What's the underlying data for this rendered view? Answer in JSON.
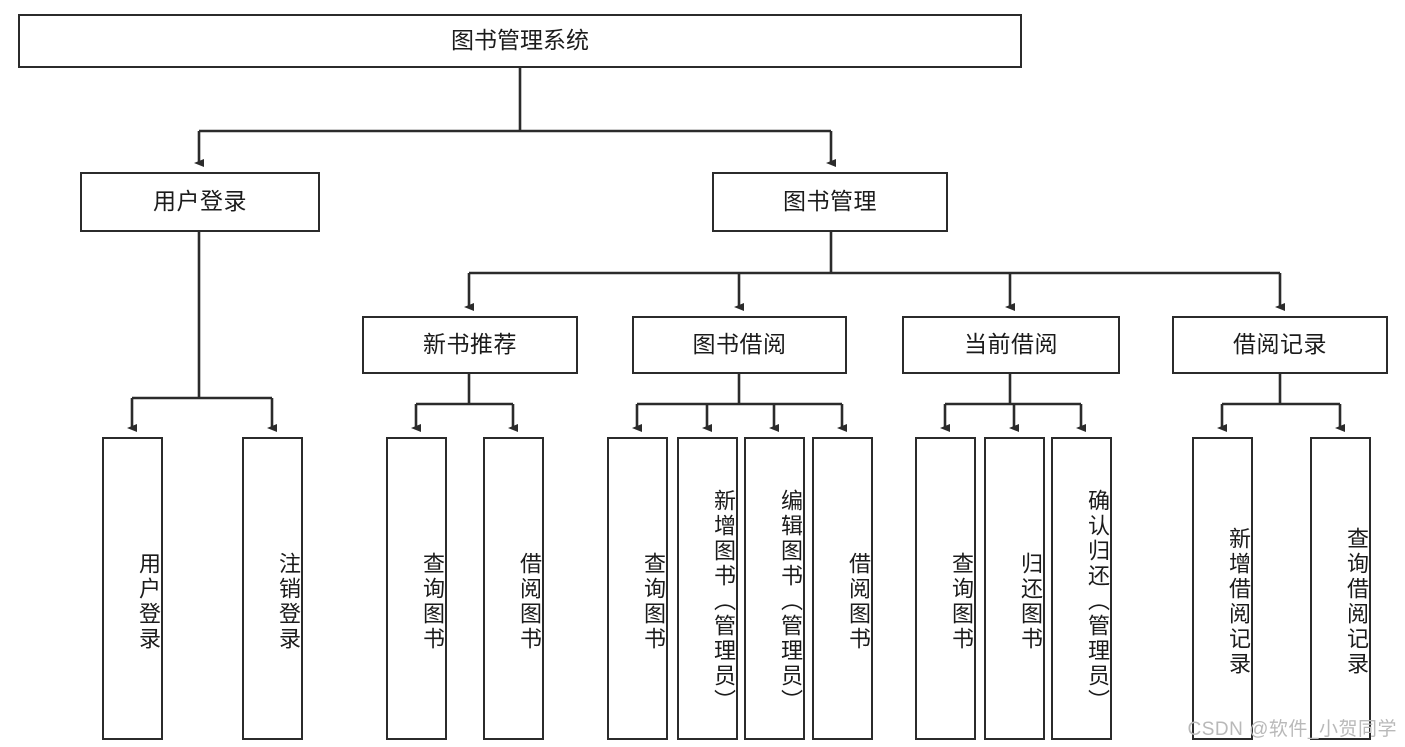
{
  "diagram": {
    "title": "图书管理系统",
    "type": "功能结构图",
    "colors": {
      "box_border": "#2b2b2b",
      "box_fill": "#ffffff",
      "line": "#2b2b2b",
      "text": "#1b1b1b",
      "watermark": "#b9b9b9"
    },
    "root": {
      "label": "图书管理系统"
    },
    "level2": [
      {
        "label": "用户登录"
      },
      {
        "label": "图书管理"
      }
    ],
    "level3": [
      {
        "label": "新书推荐"
      },
      {
        "label": "图书借阅"
      },
      {
        "label": "当前借阅"
      },
      {
        "label": "借阅记录"
      }
    ],
    "leaves": {
      "user_login": [
        {
          "label": "用户登录"
        },
        {
          "label": "注销登录"
        }
      ],
      "new_book": [
        {
          "label": "查询图书"
        },
        {
          "label": "借阅图书"
        }
      ],
      "book_borrow": [
        {
          "label": "查询图书"
        },
        {
          "label": "新增图书（管理员）"
        },
        {
          "label": "编辑图书（管理员）"
        },
        {
          "label": "借阅图书"
        }
      ],
      "current_borrow": [
        {
          "label": "查询图书"
        },
        {
          "label": "归还图书"
        },
        {
          "label": "确认归还（管理员）"
        }
      ],
      "borrow_record": [
        {
          "label": "新增借阅记录"
        },
        {
          "label": "查询借阅记录"
        }
      ]
    }
  },
  "watermark": {
    "text": "CSDN @软件_小贺同学"
  }
}
